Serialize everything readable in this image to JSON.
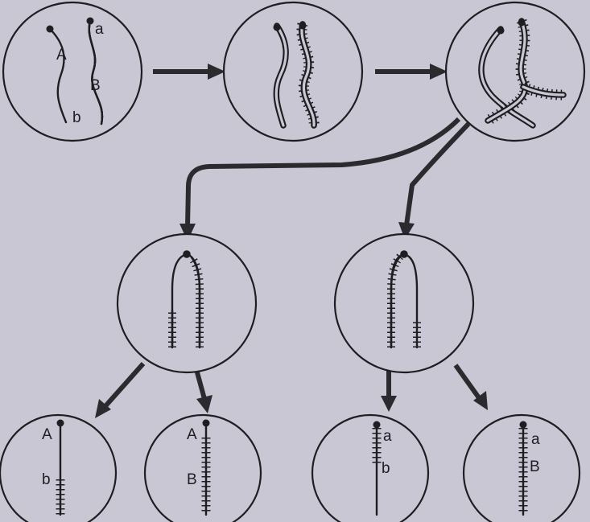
{
  "labels": {
    "top_left": {
      "A": "A",
      "a": "a",
      "B": "B",
      "b": "b"
    },
    "bottom_1": {
      "A": "A",
      "b": "b"
    },
    "bottom_2": {
      "A": "A",
      "B": "B"
    },
    "bottom_3": {
      "a": "a",
      "b": "b"
    },
    "bottom_4": {
      "a": "a",
      "B": "B"
    }
  },
  "colors": {
    "background": "#c9c7d3",
    "ink": "#1e1e22",
    "arrow": "#2b2b2f"
  }
}
